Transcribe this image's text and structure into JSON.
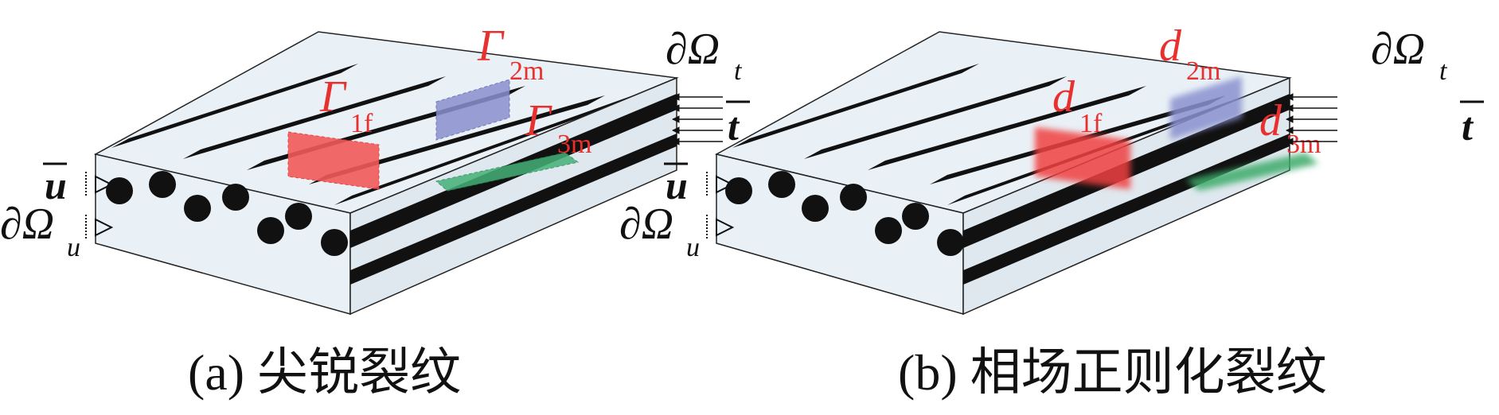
{
  "panels": [
    {
      "caption": "(a) 尖锐裂纹",
      "cracks": [
        {
          "symbol": "Γ",
          "subscript": "1f",
          "color": "#e8312f"
        },
        {
          "symbol": "Γ",
          "subscript": "2m",
          "color": "#7f86c8"
        },
        {
          "symbol": "Γ",
          "subscript": "3m",
          "color": "#3daa6a"
        }
      ],
      "load_label": {
        "symbol": "∂Ω",
        "subscript": "t",
        "traction": "t"
      },
      "support_label": {
        "symbol": "∂Ω",
        "subscript": "u",
        "displacement": "u"
      }
    },
    {
      "caption": "(b) 相场正则化裂纹",
      "cracks": [
        {
          "symbol": "d",
          "subscript": "1f",
          "color": "#e8312f"
        },
        {
          "symbol": "d",
          "subscript": "2m",
          "color": "#7f86c8"
        },
        {
          "symbol": "d",
          "subscript": "3m",
          "color": "#3daa6a"
        }
      ],
      "load_label": {
        "symbol": "∂Ω",
        "subscript": "t",
        "traction": "t"
      },
      "support_label": {
        "symbol": "∂Ω",
        "subscript": "u",
        "displacement": "u"
      }
    }
  ]
}
